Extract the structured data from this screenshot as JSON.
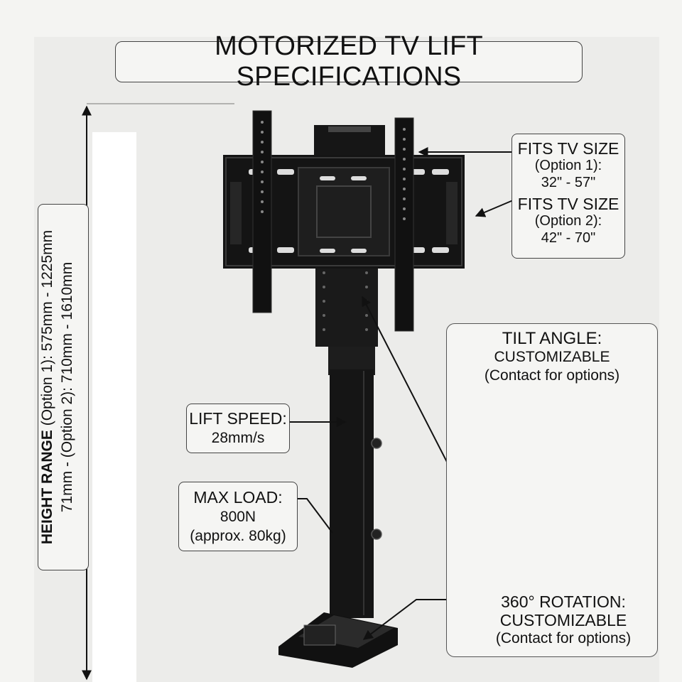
{
  "title": "MOTORIZED TV LIFT SPECIFICATIONS",
  "height_range": {
    "label": "HEIGHT RANGE",
    "option1": "(Option 1):  575mm - 1225mm",
    "option2": "71mm - (Option 2):  710mm - 1610mm"
  },
  "fits_tv": {
    "option1_title": "FITS TV SIZE",
    "option1_label": "(Option 1):",
    "option1_range": "32\" - 57\"",
    "option2_title": "FITS TV SIZE",
    "option2_label": "(Option 2):",
    "option2_range": "42\" - 70\""
  },
  "lift_speed": {
    "title": "LIFT SPEED:",
    "value": "28mm/s"
  },
  "max_load": {
    "title": "MAX LOAD:",
    "value": "800N",
    "note": "(approx. 80kg)"
  },
  "tilt_angle": {
    "title": "TILT ANGLE:",
    "value": "CUSTOMIZABLE",
    "note": "(Contact for options)"
  },
  "rotation": {
    "title": "360° ROTATION:",
    "value": "CUSTOMIZABLE",
    "note": "(Contact for options)"
  },
  "colors": {
    "product": "#141414",
    "text": "#111111",
    "box_border": "#444444",
    "background": "#ececea"
  }
}
